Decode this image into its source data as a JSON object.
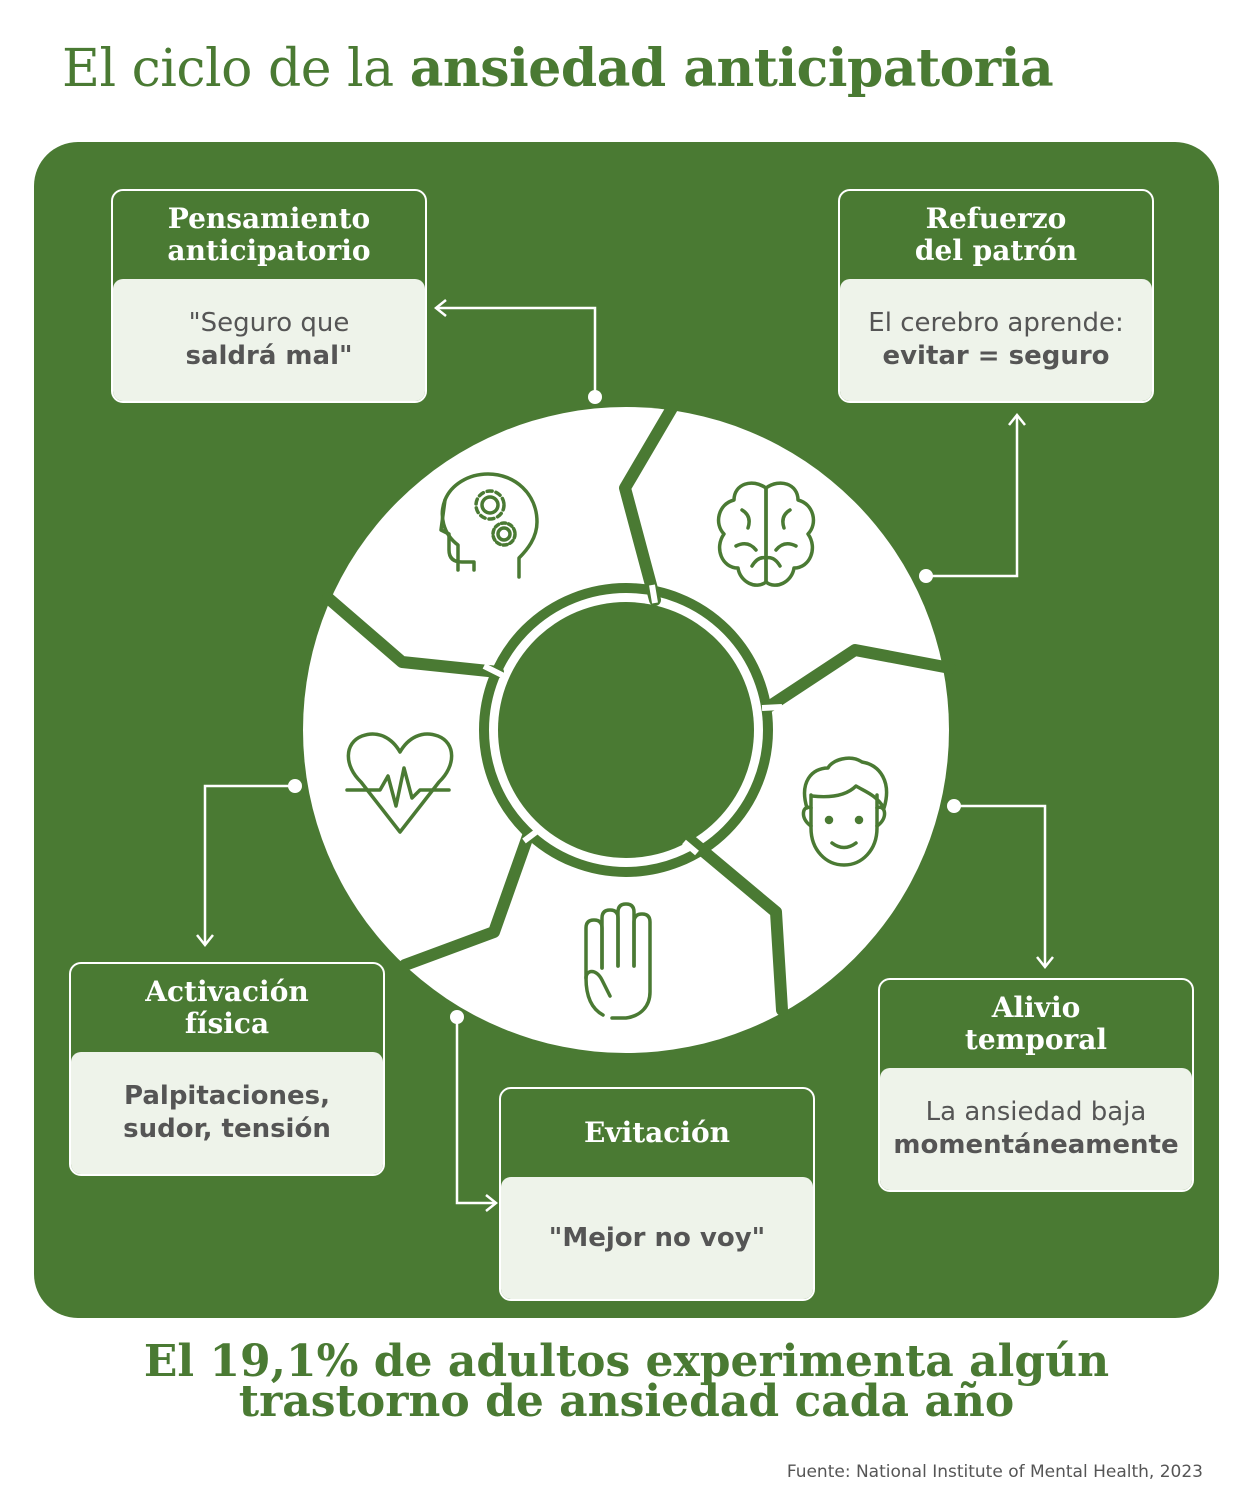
{
  "title": {
    "regular": "El ciclo de la ",
    "bold": "ansiedad anticipatoria"
  },
  "cycle": [
    {
      "heading_lines": [
        "Pensamiento",
        "anticipatorio"
      ],
      "body_lines": [
        {
          "text": "\"Seguro que",
          "bold": false
        },
        {
          "text": "saldrá mal\"",
          "bold": true
        }
      ],
      "icon": "head-gears-icon"
    },
    {
      "heading_lines": [
        "Refuerzo",
        "del patrón"
      ],
      "body_lines": [
        {
          "text": "El cerebro aprende:",
          "bold": false
        },
        {
          "text": "evitar = seguro",
          "bold": true
        }
      ],
      "icon": "brain-icon"
    },
    {
      "heading_lines": [
        "Alivio",
        "temporal"
      ],
      "body_lines": [
        {
          "text": "La ansiedad baja",
          "bold": false
        },
        {
          "text": "momentáneamente",
          "bold": true
        }
      ],
      "icon": "smiling-face-icon"
    },
    {
      "heading_lines": [
        "Evitación"
      ],
      "body_lines": [
        {
          "text": "\"Mejor no voy\"",
          "bold": true
        }
      ],
      "icon": "raised-hand-icon"
    },
    {
      "heading_lines": [
        "Activación",
        "física"
      ],
      "body_lines": [
        {
          "text": "Palpitaciones,",
          "bold": true
        },
        {
          "text": "sudor, tensión",
          "bold": true
        }
      ],
      "icon": "heartbeat-icon"
    }
  ],
  "stat_lines": [
    "El 19,1% de adultos experimenta algún",
    "trastorno de ansiedad cada año"
  ],
  "source": "Fuente: National Institute of Mental Health, 2023",
  "colors": {
    "primary_green": "#4a7a33",
    "card_body_bg": "#eef3ea",
    "body_text": "#555555",
    "white": "#ffffff"
  }
}
